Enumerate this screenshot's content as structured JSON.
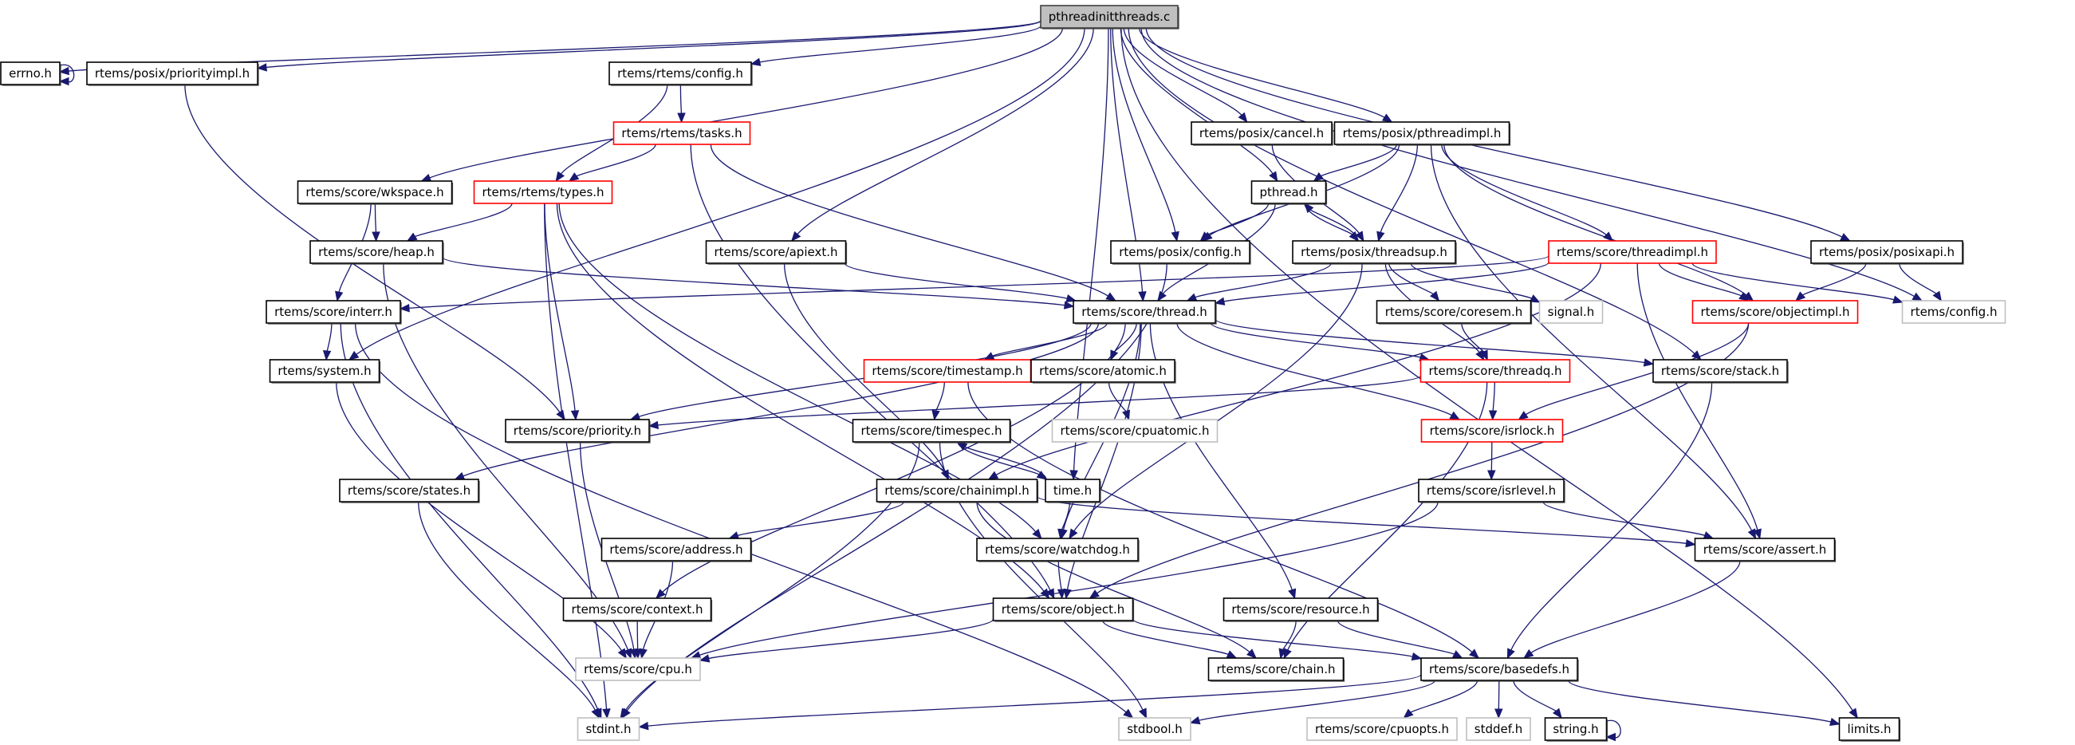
{
  "title": "pthreadinitthreads.c",
  "colors": {
    "edge": "#191970",
    "root_fill": "#bfbfbf",
    "root_border": "#404040",
    "documented_border": "#000000",
    "truncated_border": "#ff0000",
    "undocumented_border": "#bfbfbf",
    "node_fill": "#ffffff"
  },
  "node_kinds": {
    "root": "current file",
    "normal": "documented include",
    "red": "include with truncated dependency graph",
    "gray": "undocumented / external include"
  },
  "nodes": [
    {
      "id": "root",
      "label": "pthreadinitthreads.c",
      "kind": "root",
      "col": 1391,
      "row": 0
    },
    {
      "id": "errno",
      "label": "errno.h",
      "kind": "normal",
      "col": 38,
      "row": 1
    },
    {
      "id": "priorityimpl",
      "label": "rtems/posix/priorityimpl.h",
      "kind": "normal",
      "col": 216,
      "row": 1
    },
    {
      "id": "rconfig",
      "label": "rtems/rtems/config.h",
      "kind": "normal",
      "col": 853,
      "row": 1
    },
    {
      "id": "tasks",
      "label": "rtems/rtems/tasks.h",
      "kind": "red",
      "col": 855,
      "row": 2
    },
    {
      "id": "cancel",
      "label": "rtems/posix/cancel.h",
      "kind": "normal",
      "col": 1582,
      "row": 2
    },
    {
      "id": "pthreadimpl",
      "label": "rtems/posix/pthreadimpl.h",
      "kind": "normal",
      "col": 1783,
      "row": 2
    },
    {
      "id": "wkspace",
      "label": "rtems/score/wkspace.h",
      "kind": "normal",
      "col": 470,
      "row": 3
    },
    {
      "id": "types",
      "label": "rtems/rtems/types.h",
      "kind": "red",
      "col": 681,
      "row": 3
    },
    {
      "id": "pthread",
      "label": "pthread.h",
      "kind": "normal",
      "col": 1616,
      "row": 3
    },
    {
      "id": "heap",
      "label": "rtems/score/heap.h",
      "kind": "normal",
      "col": 472,
      "row": 4
    },
    {
      "id": "apiext",
      "label": "rtems/score/apiext.h",
      "kind": "normal",
      "col": 973,
      "row": 4
    },
    {
      "id": "pconfig",
      "label": "rtems/posix/config.h",
      "kind": "normal",
      "col": 1480,
      "row": 4
    },
    {
      "id": "threadsup",
      "label": "rtems/posix/threadsup.h",
      "kind": "normal",
      "col": 1723,
      "row": 4
    },
    {
      "id": "threadimpl",
      "label": "rtems/score/threadimpl.h",
      "kind": "red",
      "col": 2047,
      "row": 4
    },
    {
      "id": "posixapi",
      "label": "rtems/posix/posixapi.h",
      "kind": "normal",
      "col": 2366,
      "row": 4
    },
    {
      "id": "interr",
      "label": "rtems/score/interr.h",
      "kind": "normal",
      "col": 418,
      "row": 5
    },
    {
      "id": "thread",
      "label": "rtems/score/thread.h",
      "kind": "normal",
      "col": 1435,
      "row": 5
    },
    {
      "id": "coresem",
      "label": "rtems/score/coresem.h",
      "kind": "normal",
      "col": 1823,
      "row": 5
    },
    {
      "id": "signal",
      "label": "signal.h",
      "kind": "gray",
      "col": 1970,
      "row": 5
    },
    {
      "id": "objectimpl",
      "label": "rtems/score/objectimpl.h",
      "kind": "red",
      "col": 2226,
      "row": 5
    },
    {
      "id": "config",
      "label": "rtems/config.h",
      "kind": "gray",
      "col": 2450,
      "row": 5
    },
    {
      "id": "system",
      "label": "rtems/system.h",
      "kind": "normal",
      "col": 407,
      "row": 6
    },
    {
      "id": "timestamp",
      "label": "rtems/score/timestamp.h",
      "kind": "red",
      "col": 1188,
      "row": 6
    },
    {
      "id": "atomic",
      "label": "rtems/score/atomic.h",
      "kind": "normal",
      "col": 1383,
      "row": 6
    },
    {
      "id": "threadq",
      "label": "rtems/score/threadq.h",
      "kind": "red",
      "col": 1875,
      "row": 6
    },
    {
      "id": "stack",
      "label": "rtems/score/stack.h",
      "kind": "normal",
      "col": 2157,
      "row": 6
    },
    {
      "id": "priority",
      "label": "rtems/score/priority.h",
      "kind": "normal",
      "col": 724,
      "row": 7
    },
    {
      "id": "timespec",
      "label": "rtems/score/timespec.h",
      "kind": "normal",
      "col": 1168,
      "row": 7
    },
    {
      "id": "cpuatomic",
      "label": "rtems/score/cpuatomic.h",
      "kind": "gray",
      "col": 1423,
      "row": 7
    },
    {
      "id": "isrlock",
      "label": "rtems/score/isrlock.h",
      "kind": "red",
      "col": 1871,
      "row": 7
    },
    {
      "id": "states",
      "label": "rtems/score/states.h",
      "kind": "normal",
      "col": 513,
      "row": 8
    },
    {
      "id": "chainimpl",
      "label": "rtems/score/chainimpl.h",
      "kind": "normal",
      "col": 1200,
      "row": 8
    },
    {
      "id": "time",
      "label": "time.h",
      "kind": "normal",
      "col": 1345,
      "row": 8
    },
    {
      "id": "isrlevel",
      "label": "rtems/score/isrlevel.h",
      "kind": "normal",
      "col": 1870,
      "row": 8
    },
    {
      "id": "address",
      "label": "rtems/score/address.h",
      "kind": "normal",
      "col": 848,
      "row": 9
    },
    {
      "id": "watchdog",
      "label": "rtems/score/watchdog.h",
      "kind": "normal",
      "col": 1326,
      "row": 9
    },
    {
      "id": "assert",
      "label": "rtems/score/assert.h",
      "kind": "normal",
      "col": 2213,
      "row": 9
    },
    {
      "id": "context",
      "label": "rtems/score/context.h",
      "kind": "normal",
      "col": 799,
      "row": 10
    },
    {
      "id": "object",
      "label": "rtems/score/object.h",
      "kind": "normal",
      "col": 1333,
      "row": 10
    },
    {
      "id": "resource",
      "label": "rtems/score/resource.h",
      "kind": "normal",
      "col": 1631,
      "row": 10
    },
    {
      "id": "cpu",
      "label": "rtems/score/cpu.h",
      "kind": "gray",
      "col": 800,
      "row": 11
    },
    {
      "id": "chain",
      "label": "rtems/score/chain.h",
      "kind": "normal",
      "col": 1600,
      "row": 11
    },
    {
      "id": "basedefs",
      "label": "rtems/score/basedefs.h",
      "kind": "normal",
      "col": 1880,
      "row": 11
    },
    {
      "id": "stdint",
      "label": "stdint.h",
      "kind": "gray",
      "col": 763,
      "row": 12
    },
    {
      "id": "stdbool",
      "label": "stdbool.h",
      "kind": "gray",
      "col": 1448,
      "row": 12
    },
    {
      "id": "cpuopts",
      "label": "rtems/score/cpuopts.h",
      "kind": "gray",
      "col": 1733,
      "row": 12
    },
    {
      "id": "stddef",
      "label": "stddef.h",
      "kind": "gray",
      "col": 1879,
      "row": 12
    },
    {
      "id": "string",
      "label": "string.h",
      "kind": "normal",
      "col": 1976,
      "row": 12
    },
    {
      "id": "limits",
      "label": "limits.h",
      "kind": "normal",
      "col": 2344,
      "row": 12
    }
  ],
  "edges": [
    [
      "root",
      "errno"
    ],
    [
      "root",
      "priorityimpl"
    ],
    [
      "root",
      "rconfig"
    ],
    [
      "root",
      "wkspace"
    ],
    [
      "root",
      "system"
    ],
    [
      "root",
      "apiext"
    ],
    [
      "root",
      "thread"
    ],
    [
      "root",
      "time"
    ],
    [
      "root",
      "pconfig"
    ],
    [
      "root",
      "pthread"
    ],
    [
      "root",
      "cancel"
    ],
    [
      "root",
      "pthreadimpl"
    ],
    [
      "root",
      "posixapi"
    ],
    [
      "root",
      "config"
    ],
    [
      "root",
      "stack"
    ],
    [
      "root",
      "limits"
    ],
    [
      "errno",
      "errno"
    ],
    [
      "priorityimpl",
      "priority"
    ],
    [
      "rconfig",
      "tasks"
    ],
    [
      "rconfig",
      "types"
    ],
    [
      "tasks",
      "types"
    ],
    [
      "tasks",
      "thread"
    ],
    [
      "tasks",
      "object"
    ],
    [
      "cancel",
      "threadsup"
    ],
    [
      "pthreadimpl",
      "pthread"
    ],
    [
      "pthreadimpl",
      "pconfig"
    ],
    [
      "pthreadimpl",
      "threadsup"
    ],
    [
      "pthreadimpl",
      "threadimpl"
    ],
    [
      "pthreadimpl",
      "objectimpl"
    ],
    [
      "pthreadimpl",
      "assert"
    ],
    [
      "wkspace",
      "heap"
    ],
    [
      "wkspace",
      "interr"
    ],
    [
      "types",
      "heap"
    ],
    [
      "types",
      "priority"
    ],
    [
      "types",
      "stdint"
    ],
    [
      "types",
      "object"
    ],
    [
      "types",
      "watchdog"
    ],
    [
      "pthread",
      "pconfig"
    ],
    [
      "pthread",
      "threadsup"
    ],
    [
      "pthread",
      "thread"
    ],
    [
      "heap",
      "thread"
    ],
    [
      "heap",
      "cpu"
    ],
    [
      "apiext",
      "thread"
    ],
    [
      "apiext",
      "chainimpl"
    ],
    [
      "pconfig",
      "stdint"
    ],
    [
      "threadsup",
      "pthread"
    ],
    [
      "threadsup",
      "thread"
    ],
    [
      "threadsup",
      "coresem"
    ],
    [
      "threadsup",
      "signal"
    ],
    [
      "threadsup",
      "threadq"
    ],
    [
      "threadsup",
      "watchdog"
    ],
    [
      "threadimpl",
      "thread"
    ],
    [
      "threadimpl",
      "interr"
    ],
    [
      "threadimpl",
      "objectimpl"
    ],
    [
      "threadimpl",
      "config"
    ],
    [
      "threadimpl",
      "chainimpl"
    ],
    [
      "threadimpl",
      "assert"
    ],
    [
      "posixapi",
      "objectimpl"
    ],
    [
      "posixapi",
      "config"
    ],
    [
      "interr",
      "system"
    ],
    [
      "interr",
      "stdint"
    ],
    [
      "interr",
      "stdbool"
    ],
    [
      "thread",
      "priority"
    ],
    [
      "thread",
      "states"
    ],
    [
      "thread",
      "context"
    ],
    [
      "thread",
      "timestamp"
    ],
    [
      "thread",
      "atomic"
    ],
    [
      "thread",
      "threadq"
    ],
    [
      "thread",
      "isrlock"
    ],
    [
      "thread",
      "stack"
    ],
    [
      "thread",
      "watchdog"
    ],
    [
      "thread",
      "object"
    ],
    [
      "thread",
      "resource"
    ],
    [
      "coresem",
      "threadq"
    ],
    [
      "objectimpl",
      "isrlock"
    ],
    [
      "objectimpl",
      "object"
    ],
    [
      "system",
      "cpu"
    ],
    [
      "timestamp",
      "timespec"
    ],
    [
      "timestamp",
      "basedefs"
    ],
    [
      "atomic",
      "cpuatomic"
    ],
    [
      "threadq",
      "priority"
    ],
    [
      "threadq",
      "isrlock"
    ],
    [
      "threadq",
      "chain"
    ],
    [
      "stack",
      "basedefs"
    ],
    [
      "priority",
      "cpu"
    ],
    [
      "timespec",
      "time"
    ],
    [
      "timespec",
      "stdint"
    ],
    [
      "timespec",
      "stdbool"
    ],
    [
      "isrlock",
      "isrlevel"
    ],
    [
      "states",
      "stdint"
    ],
    [
      "chainimpl",
      "address"
    ],
    [
      "chainimpl",
      "chain"
    ],
    [
      "chainimpl",
      "assert"
    ],
    [
      "time",
      "timespec"
    ],
    [
      "time",
      "watchdog"
    ],
    [
      "isrlevel",
      "cpu"
    ],
    [
      "isrlevel",
      "assert"
    ],
    [
      "address",
      "cpu"
    ],
    [
      "watchdog",
      "object"
    ],
    [
      "assert",
      "basedefs"
    ],
    [
      "context",
      "cpu"
    ],
    [
      "object",
      "cpu"
    ],
    [
      "object",
      "chain"
    ],
    [
      "object",
      "basedefs"
    ],
    [
      "resource",
      "chain"
    ],
    [
      "resource",
      "basedefs"
    ],
    [
      "basedefs",
      "stdint"
    ],
    [
      "basedefs",
      "stdbool"
    ],
    [
      "basedefs",
      "cpuopts"
    ],
    [
      "basedefs",
      "stddef"
    ],
    [
      "basedefs",
      "string"
    ],
    [
      "basedefs",
      "limits"
    ],
    [
      "string",
      "string"
    ]
  ]
}
